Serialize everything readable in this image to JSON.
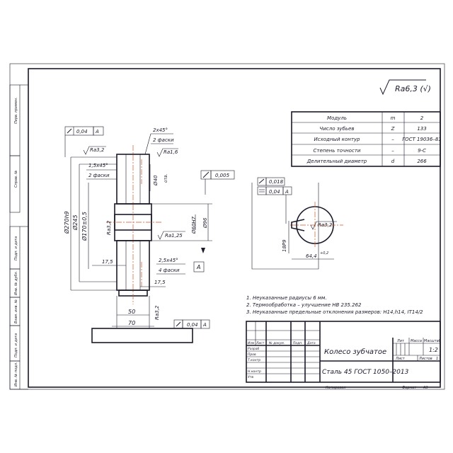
{
  "roughness_corner": "Ra6,3 (√)",
  "gear_table": [
    {
      "name": "Модуль",
      "sym": "m",
      "val": "2"
    },
    {
      "name": "Число зубьев",
      "sym": "Z",
      "val": "133"
    },
    {
      "name": "Исходный контур",
      "sym": "–",
      "val": "ГОСТ 19036–81"
    },
    {
      "name": "Степень точности",
      "sym": "–",
      "val": "9-C"
    },
    {
      "name": "Делительный диаметр",
      "sym": "d",
      "val": "266"
    }
  ],
  "section": {
    "tol_runout": "0,04",
    "tol_runout_base": "A",
    "chamfer_top": "2x45°",
    "chamfer_top_count": "2 фаски",
    "ra_outer": "Ra3,2",
    "ra_face": "Ra1,6",
    "chamfer_left": "1,5x45°",
    "chamfer_left_count": "2 фаски",
    "dia_40": "Ø40",
    "thread_note": "отв.",
    "tol_flat": "0,005",
    "dia_outer": "Ø270h9",
    "dia_245": "Ø245",
    "dia_170": "Ø170±0,5",
    "ra_bore": "Ra3,2",
    "dia_60": "Ø60H7",
    "dia_96": "Ø96",
    "ra_125": "Ra1,25",
    "dim_17_5_a": "17,5",
    "chamfer_bottom": "2,5x45°",
    "chamfer_bottom_count": "4 фаски",
    "base_label": "A",
    "dim_17_5_b": "17,5",
    "dim_50": "50",
    "dim_70": "70",
    "ra_right": "Ra3,2",
    "tol_bottom": "0,04",
    "tol_bottom_base": "A"
  },
  "keyway": {
    "tol_parallel": "0,018",
    "tol_sym": "0,04",
    "tol_base": "A",
    "ra": "Ra3,2",
    "width": "18P9",
    "depth": "64,4",
    "depth_tol": "+0,2"
  },
  "notes": [
    "1. Неуказанные радиусы 6 мм.",
    "2. Термообработка – улучшение НВ 235.262",
    "3. Неуказанные предельные отклонения размеров: H14,h14, IT14/2"
  ],
  "title_block": {
    "part_name": "Колесо зубчатое",
    "material": "Сталь 45 ГОСТ 1050–2013",
    "col_lit": "Лит",
    "col_mass": "Масса",
    "col_scale": "Масштаб",
    "scale": "1:2",
    "sheet": "Лист",
    "sheets": "Листов",
    "sheets_n": "1",
    "row_izm": "Изм",
    "row_list": "Лист",
    "row_doc": "№ докум.",
    "row_sign": "Подп.",
    "row_date": "Дата",
    "r_razrab": "Разраб",
    "r_prov": "Пров",
    "r_tkontr": "Т.контр",
    "r_nkontr": "Н.контр",
    "r_utv": "Утв",
    "copied": "Копировал",
    "format": "Формат",
    "format_val": "А3"
  },
  "side_stamp": [
    "Перв. примен.",
    "Справ. №",
    "Подп. и дата",
    "Инв. № дубл.",
    "Взам. инв. №",
    "Подп. и дата",
    "Инв. № подл."
  ]
}
